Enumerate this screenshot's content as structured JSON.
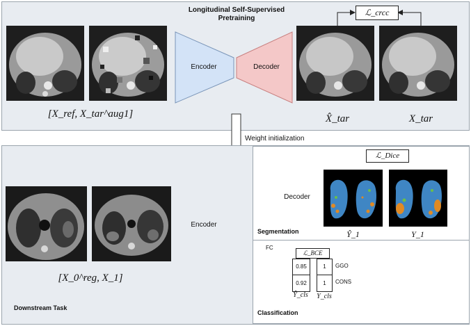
{
  "pretraining": {
    "title_line1": "Longitudinal Self-Supervised",
    "title_line2": "Pretraining",
    "encoder_label": "Encoder",
    "decoder_label": "Decoder",
    "loss_label": "ℒ_crcc",
    "input_caption": "[X_ref, X_tar^aug1]",
    "recon_caption": "X̂_tar",
    "target_caption": "X_tar"
  },
  "transfer": {
    "label": "Weight initialization"
  },
  "downstream": {
    "title": "Downstream Task",
    "encoder_label": "Encoder",
    "input_caption": "[X_0^reg, X_1]"
  },
  "segmentation": {
    "title": "Segmentation",
    "decoder_label": "Decoder",
    "loss_label": "ℒ_Dice",
    "pred_caption": "Ŷ_1",
    "target_caption": "Y_1"
  },
  "classification": {
    "title": "Classification",
    "fc_label": "FC",
    "loss_label": "ℒ_BCE",
    "pred_values": [
      "0.85",
      "0.92"
    ],
    "target_values": [
      "1",
      "1"
    ],
    "class_labels": [
      "GGO",
      "CONS"
    ],
    "pred_caption": "Ŷ_cls",
    "target_caption": "Y_cls"
  },
  "colors": {
    "encoder_fill": "#d3e3f7",
    "decoder_fill": "#f4c8c8",
    "panel_fill": "#e8ecf1",
    "lung_blue": "#3f86c4",
    "lesion_orange": "#e08a24"
  }
}
